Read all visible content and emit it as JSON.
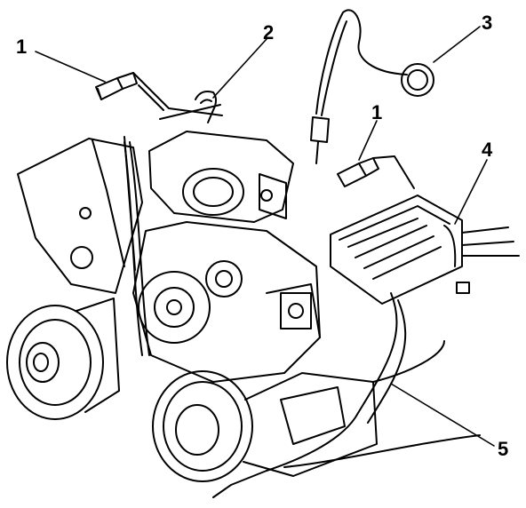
{
  "figure": {
    "ink_color": "#000000",
    "paper_color": "#ffffff"
  },
  "callouts": [
    {
      "id": "c1a",
      "number": "1"
    },
    {
      "id": "c2",
      "number": "2"
    },
    {
      "id": "c3",
      "number": "3"
    },
    {
      "id": "c1b",
      "number": "1"
    },
    {
      "id": "c4",
      "number": "4"
    },
    {
      "id": "c5",
      "number": "5"
    }
  ]
}
